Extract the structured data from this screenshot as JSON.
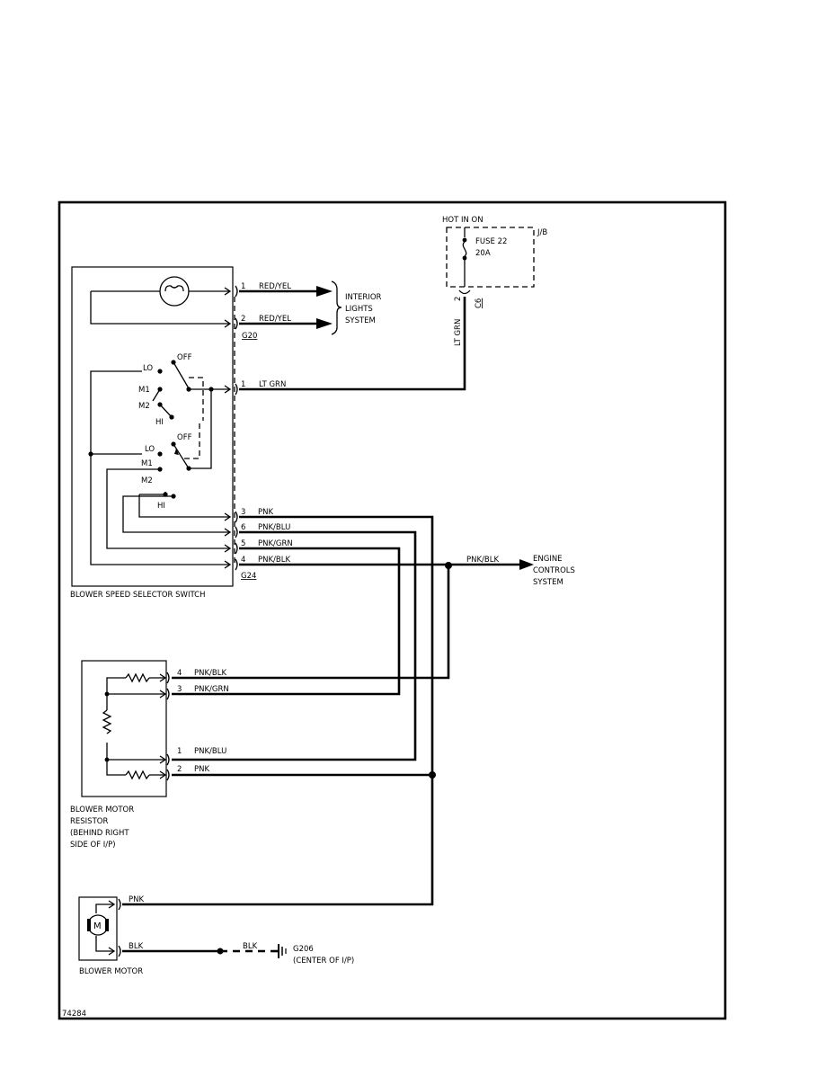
{
  "figure_id": "74284",
  "colors": {
    "ink": "#000000",
    "paper": "#ffffff"
  },
  "junction_block": {
    "hot_label": "HOT IN ON",
    "block_label": "J/B",
    "fuse_label": "FUSE 22",
    "fuse_rating": "20A",
    "connector_pin": "2",
    "connector": "C6"
  },
  "switch": {
    "title": "BLOWER SPEED SELECTOR SWITCH",
    "connector_top": "G20",
    "connector_bottom": "G24",
    "positions_1": [
      "OFF",
      "LO",
      "M1",
      "M2",
      "HI"
    ],
    "positions_2": [
      "OFF",
      "LO",
      "M1",
      "M2",
      "HI"
    ]
  },
  "wires": {
    "lamp_1": {
      "pin": "1",
      "color": "RED/YEL"
    },
    "lamp_2": {
      "pin": "2",
      "color": "RED/YEL"
    },
    "feed": {
      "pin": "1",
      "color": "LT GRN"
    },
    "feed_vertical": "LT GRN",
    "sw_3": {
      "pin": "3",
      "color": "PNK"
    },
    "sw_6": {
      "pin": "6",
      "color": "PNK/BLU"
    },
    "sw_5": {
      "pin": "5",
      "color": "PNK/GRN"
    },
    "sw_4": {
      "pin": "4",
      "color": "PNK/BLK"
    },
    "ecs_branch": "PNK/BLK",
    "res_4": {
      "pin": "4",
      "color": "PNK/BLK"
    },
    "res_3": {
      "pin": "3",
      "color": "PNK/GRN"
    },
    "res_1": {
      "pin": "1",
      "color": "PNK/BLU"
    },
    "res_2": {
      "pin": "2",
      "color": "PNK"
    },
    "motor_pos": "PNK",
    "motor_neg": "BLK",
    "motor_ground": "BLK"
  },
  "destinations": {
    "interior": [
      "INTERIOR",
      "LIGHTS",
      "SYSTEM"
    ],
    "engine": [
      "ENGINE",
      "CONTROLS",
      "SYSTEM"
    ]
  },
  "resistor": {
    "label": [
      "BLOWER MOTOR",
      "RESISTOR",
      "(BEHIND RIGHT",
      "SIDE OF I/P)"
    ]
  },
  "motor": {
    "symbol": "M",
    "label": "BLOWER MOTOR"
  },
  "ground": {
    "name": "G206",
    "location": "(CENTER OF I/P)"
  }
}
